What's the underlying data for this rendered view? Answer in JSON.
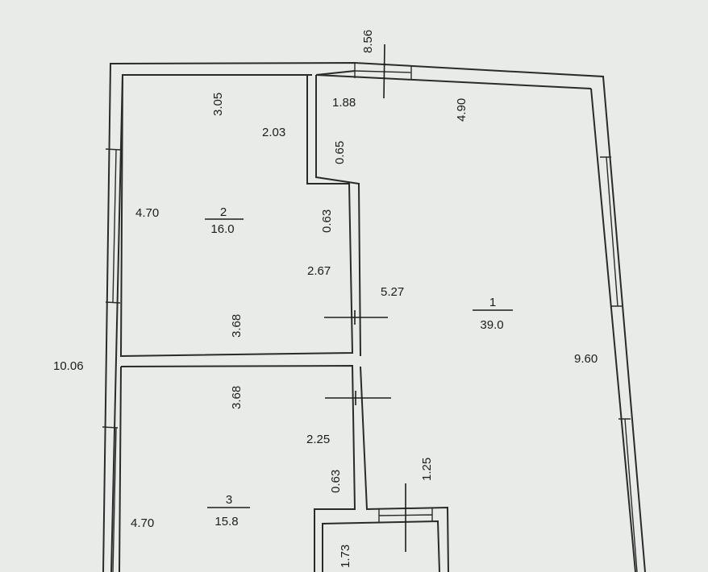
{
  "dimensions": {
    "top_wall": "8.56",
    "room2_top": "3.05",
    "room2_step": "2.03",
    "room2_left": "4.70",
    "room2_notch": "0.63",
    "room2_right": "2.67",
    "room2_bottom": "3.68",
    "room1_top_left": "1.88",
    "room1_top": "4.90",
    "room1_notch": "0.65",
    "room1_left": "5.27",
    "room1_right": "9.60",
    "room1_small_wall": "1.25",
    "overall_left": "10.06",
    "room3_top": "3.68",
    "room3_right": "2.25",
    "room3_notch": "0.63",
    "room3_left": "4.70",
    "closet_left": "1.73"
  },
  "rooms": [
    {
      "number": "1",
      "area": "39.0"
    },
    {
      "number": "2",
      "area": "16.0"
    },
    {
      "number": "3",
      "area": "15.8"
    }
  ]
}
